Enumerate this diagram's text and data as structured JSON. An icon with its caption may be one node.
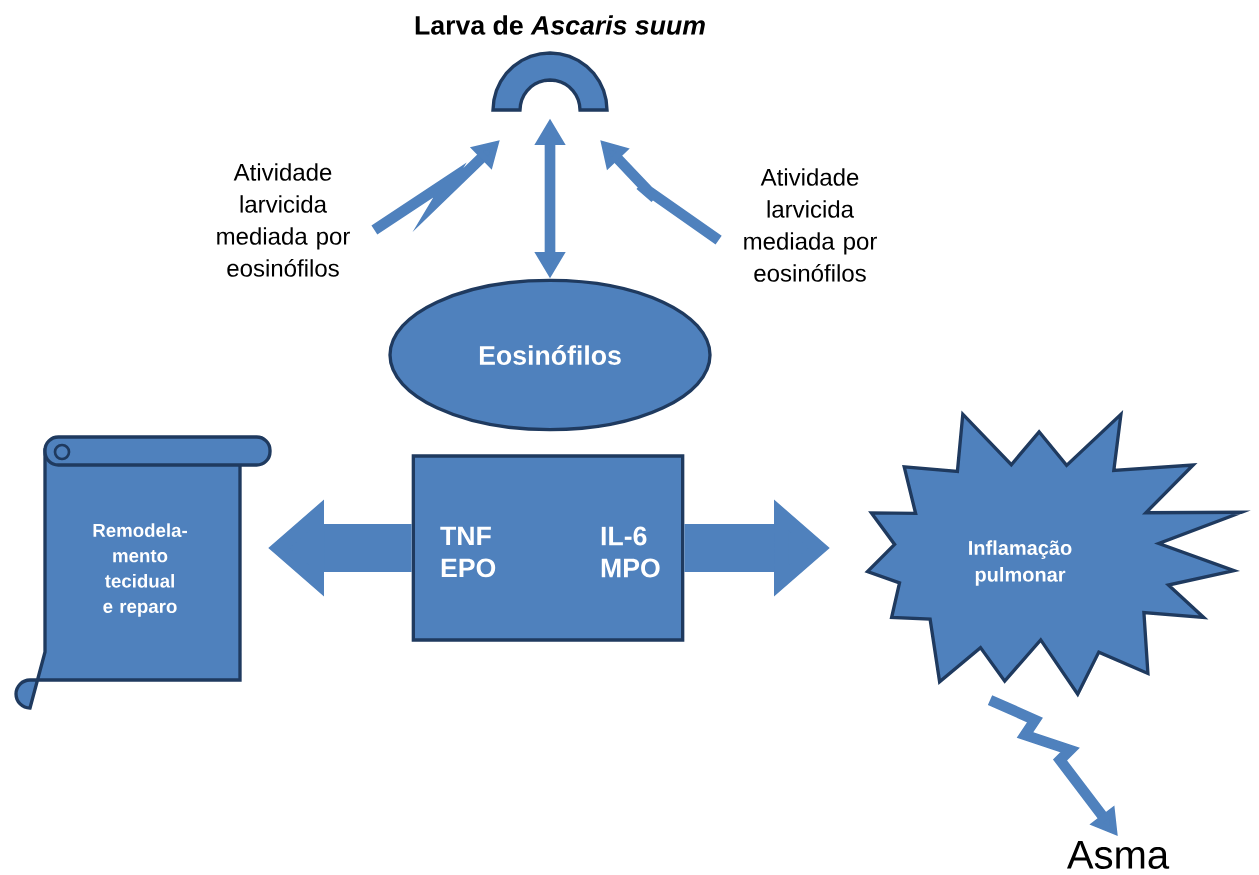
{
  "diagram": {
    "nodes": [
      {
        "text": [
          "Larva de *Ascaris suum*"
        ]
      },
      {
        "text": [
          "Eosinófilos"
        ]
      },
      {
        "text": [
          "TNF EPO",
          "IL-6 MPO"
        ]
      },
      {
        "text": [
          "Remodela- mento tecidual e reparo"
        ]
      },
      {
        "text": [
          "Inflamação pulmonar"
        ]
      },
      {
        "text": [
          "Asma"
        ]
      },
      {
        "text": [
          "Atividade larvicida mediada por eosinófilos"
        ]
      },
      {
        "text": [
          "Atividade larvicida mediada por eosinófilos"
        ]
      }
    ],
    "edges": [
      {
        "from": 0,
        "to": 1,
        "arrow": "both"
      },
      {
        "from": 2,
        "to": 3,
        "arrow": "to",
        "style": "thick"
      },
      {
        "from": 2,
        "to": 4,
        "arrow": "to",
        "style": "thick"
      },
      {
        "from": 4,
        "to": 5,
        "arrow": "to"
      },
      {
        "from": 6,
        "to": 0,
        "arrow": "to"
      },
      {
        "from": 7,
        "to": 0,
        "arrow": "to"
      }
    ]
  }
}
